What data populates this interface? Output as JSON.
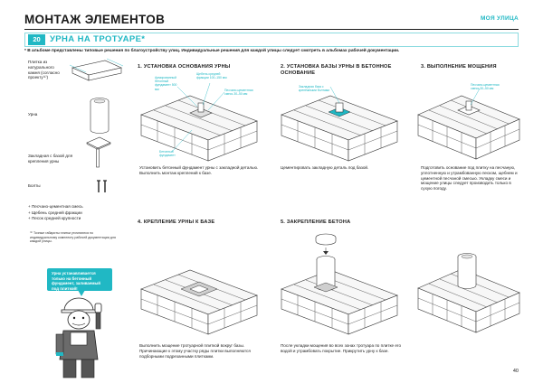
{
  "header": {
    "title": "МОНТАЖ ЭЛЕМЕНТОВ",
    "brand": "МОЯ УЛИЦА"
  },
  "section": {
    "number": "20",
    "title": "УРНА НА ТРОТУАРЕ*",
    "note": "* В альбоме представлены типовые решения по благоустройству улиц. Индивидуальные решения для каждой улицы следует смотреть в альбомах рабочей документации."
  },
  "components": {
    "slab_label": "Плитка из натурального камня (согласно проекту⁽¹⁾)",
    "urn_label": "Урна",
    "embed_label": "Закладная с базой для крепления урны",
    "bolts_label": "Болты"
  },
  "materials": [
    "+ Песчано-цементная смесь",
    "+ Щебень средней фракции",
    "+ Песок средней крупности"
  ],
  "footnote": "⁽¹⁾ Точные габариты плитки уточняются по индивидуальному комплекту рабочей документации для каждой улицы.",
  "bubble": "Урна устанавливается только на бетонный фундамент, заливаемый под плиткой!",
  "steps": [
    {
      "title": "1. УСТАНОВКА ОСНОВАНИЯ УРНЫ",
      "caption": "Установить бетонный фундамент урны с закладной деталью. Выполнить монтаж креплений к базе.",
      "callouts": [
        "Армированный бетонный фундамент 500 мм",
        "Щебень средней фракции 100–150 мм",
        "Песчано-цементная смесь 30–50 мм",
        "Бетонный фундамент"
      ]
    },
    {
      "title": "2. УСТАНОВКА БАЗЫ УРНЫ В БЕТОННОЕ ОСНОВАНИЕ",
      "caption": "Цементировать закладную деталь под базой.",
      "callouts": [
        "Закладная база с крепёжными болтами"
      ]
    },
    {
      "title": "3. ВЫПОЛНЕНИЕ МОЩЕНИЯ",
      "caption": "Подготовить основание под плитку на песчаную, уплотненную и утрамбованную песком, щебнем и цементной песчаной смесью. Укладку смеси и мощение улицы следует производить только в сухую погоду.",
      "callouts": [
        "Песчано-цементная смесь 30–50 мм"
      ]
    },
    {
      "title": "4. КРЕПЛЕНИЕ УРНЫ К БАЗЕ",
      "caption": "Выполнить мощение тротуарной плиткой вокруг базы. Причинающие к этому участку ряды плитки выполняются подборными подрезанными плитками."
    },
    {
      "title": "5. ЗАКРЕПЛЕНИЕ БЕТОНА",
      "caption": "После укладки мощения во всех зонах тротуара по плитке его водой и утрамбовать покрытие. Прикрутить урну к базе."
    }
  ],
  "page_number": "40"
}
